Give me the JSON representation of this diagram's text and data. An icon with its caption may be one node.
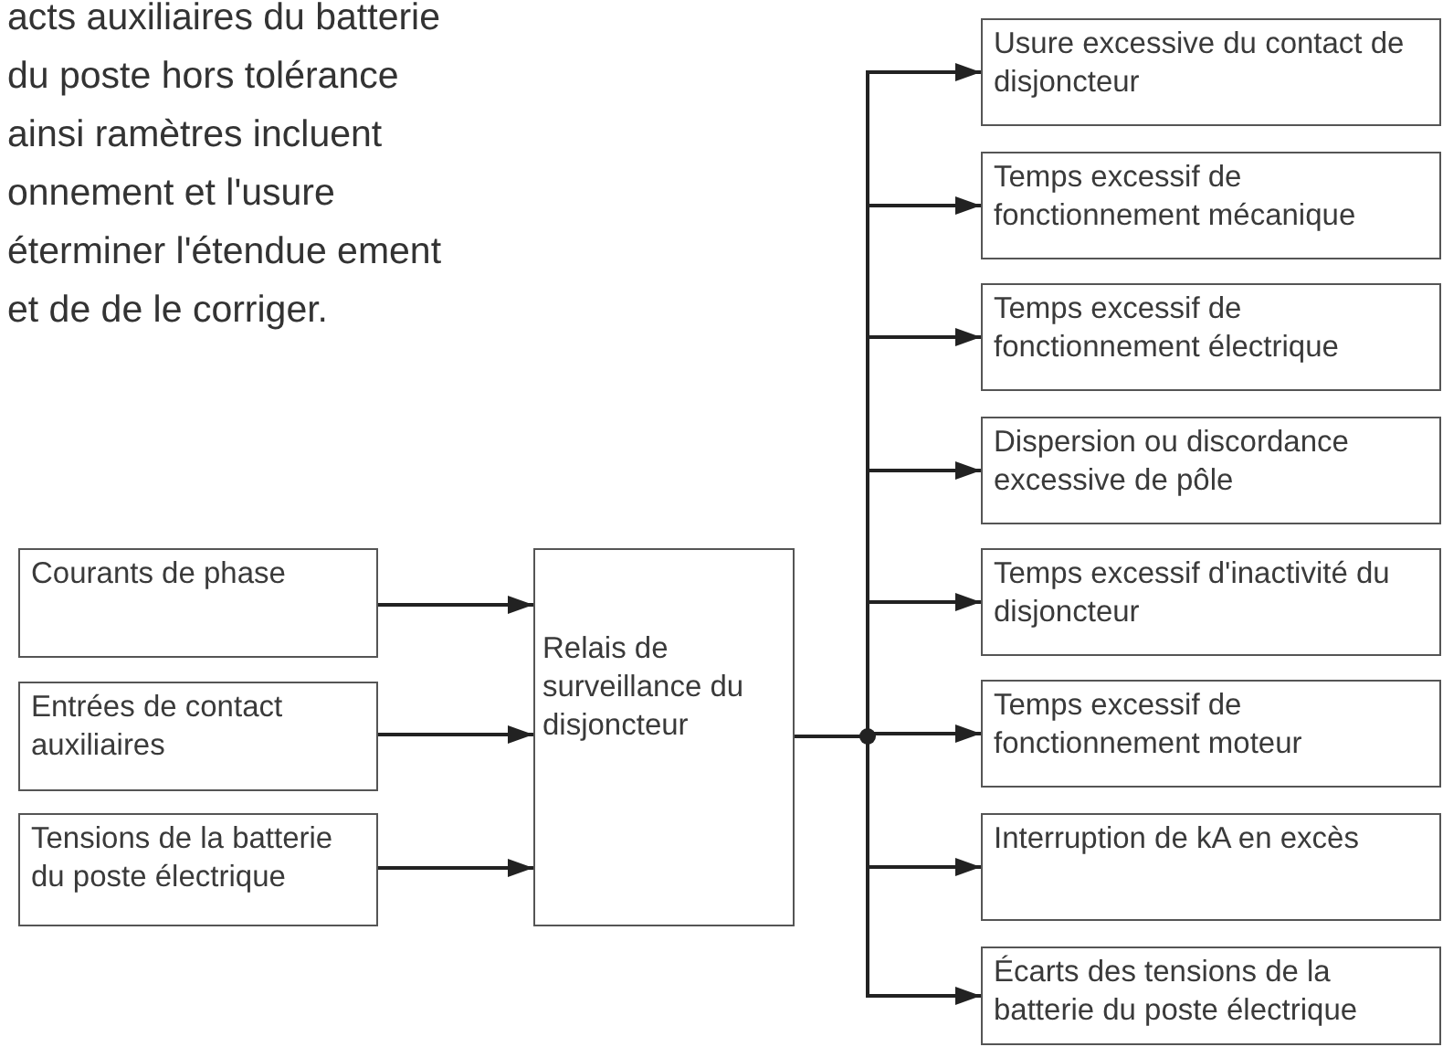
{
  "diagram": {
    "nodes": [
      {
        "text": [
          "Courants de phase"
        ]
      },
      {
        "text": [
          "Entrées de contact auxiliaires"
        ]
      },
      {
        "text": [
          "Tensions de la batterie du poste électrique"
        ]
      },
      {
        "text": [
          "Relais de surveillance du disjoncteur"
        ]
      },
      {
        "text": [
          "Usure excessive du contact de disjoncteur"
        ]
      },
      {
        "text": [
          "Temps excessif de fonctionnement mécanique"
        ]
      },
      {
        "text": [
          "Temps excessif de fonctionnement électrique"
        ]
      },
      {
        "text": [
          "Dispersion ou discordance excessive de pôle"
        ]
      },
      {
        "text": [
          "Temps excessif d'inactivité du disjoncteur"
        ]
      },
      {
        "text": [
          "Temps excessif de fonctionnement moteur"
        ]
      },
      {
        "text": [
          "Interruption de kA en excès"
        ]
      },
      {
        "text": [
          "Écarts des tensions de la batterie du poste électrique"
        ]
      }
    ],
    "edges": [
      {
        "from": 0,
        "to": 3,
        "arrow": "to"
      },
      {
        "from": 1,
        "to": 3,
        "arrow": "to"
      },
      {
        "from": 2,
        "to": 3,
        "arrow": "to"
      },
      {
        "from": 3,
        "to": 4,
        "arrow": "to"
      },
      {
        "from": 3,
        "to": 5,
        "arrow": "to"
      },
      {
        "from": 3,
        "to": 6,
        "arrow": "to"
      },
      {
        "from": 3,
        "to": 7,
        "arrow": "to"
      },
      {
        "from": 3,
        "to": 8,
        "arrow": "to"
      },
      {
        "from": 3,
        "to": 9,
        "arrow": "to"
      },
      {
        "from": 3,
        "to": 10,
        "arrow": "to"
      },
      {
        "from": 3,
        "to": 11,
        "arrow": "to"
      }
    ],
    "labels": [
      "acts auxiliaires du batterie du poste hors tolérance ainsi ramètres incluent onnement et l'usure éterminer l'étendue ement et de de le corriger."
    ]
  }
}
